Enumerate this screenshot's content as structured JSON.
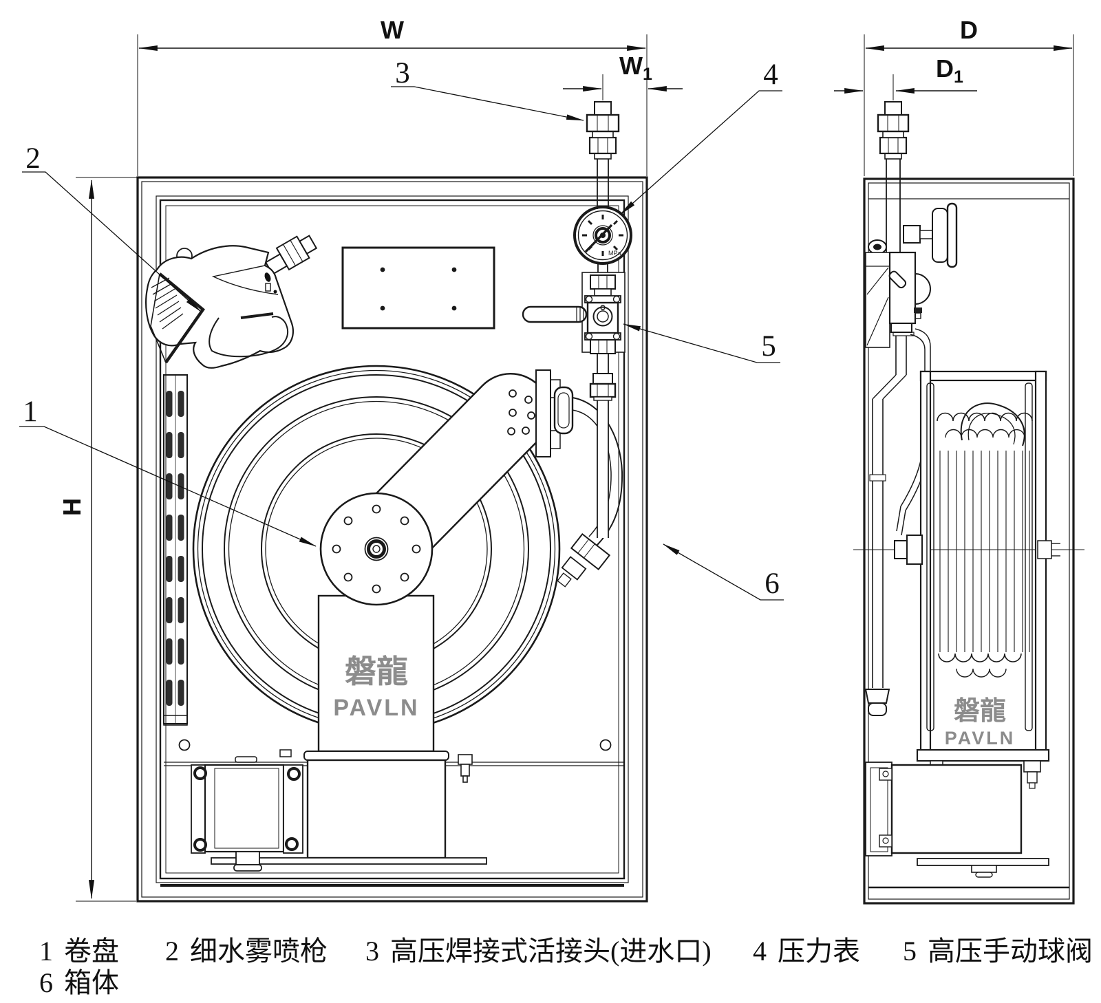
{
  "drawing_title": "hose reel cabinet two-view technical drawing",
  "dims": {
    "w": "W",
    "w1_base": "W",
    "w1_sub": "1",
    "h": "H",
    "d": "D",
    "d1_base": "D",
    "d1_sub": "1"
  },
  "callouts": {
    "c1": "1",
    "c2": "2",
    "c3": "3",
    "c4": "4",
    "c5": "5",
    "c6": "6"
  },
  "gauge": {
    "unit": "MPa"
  },
  "brand": {
    "cn": "磐龍",
    "en": "PAVLN"
  },
  "legend": {
    "items": [
      {
        "num": "1",
        "label": "卷盘"
      },
      {
        "num": "2",
        "label": "细水雾喷枪"
      },
      {
        "num": "3",
        "label": "高压焊接式活接头(进水口)"
      },
      {
        "num": "4",
        "label": "压力表"
      },
      {
        "num": "5",
        "label": "高压手动球阀"
      },
      {
        "num": "6",
        "label": "箱体"
      }
    ]
  }
}
